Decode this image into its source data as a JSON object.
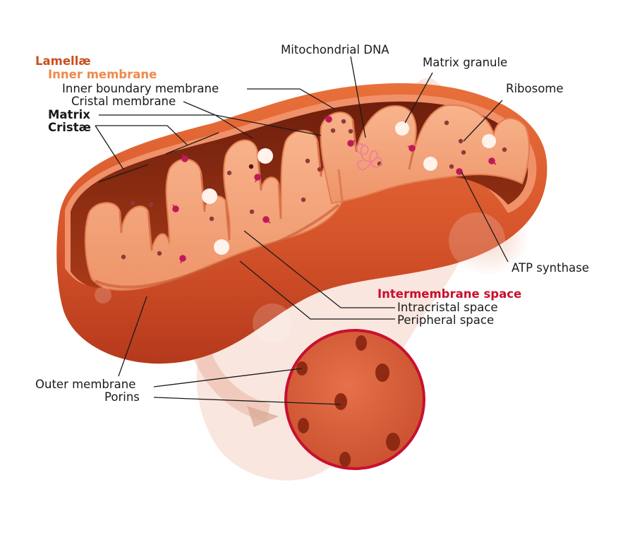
{
  "labels": {
    "lamellae": "Lamellæ",
    "inner_membrane": "Inner membrane",
    "inner_boundary_membrane": "Inner boundary membrane",
    "cristal_membrane": "Cristal membrane",
    "matrix": "Matrix",
    "cristae": "Cristæ",
    "mitochondrial_dna": "Mitochondrial DNA",
    "matrix_granule": "Matrix granule",
    "ribosome": "Ribosome",
    "atp_synthase": "ATP synthase",
    "intermembrane_space": "Intermembrane space",
    "intracristal_space": "Intracristal space",
    "peripheral_space": "Peripheral space",
    "outer_membrane": "Outer membrane",
    "porins": "Porins"
  },
  "colors": {
    "lamellae_heading": "#c8501e",
    "inner_membrane_heading": "#ee8a4c",
    "intermembrane_heading": "#c8102e",
    "outer_shell": "#d95a2b",
    "outer_shell_dark": "#a8301a",
    "interior": "#8a2a12",
    "cristae_fill": "#f5a47a",
    "cristae_edge": "#e47d52",
    "porin_circle_border": "#c8102e",
    "atp_synthase": "#c0185a",
    "ribosome": "#8e3a3a"
  }
}
